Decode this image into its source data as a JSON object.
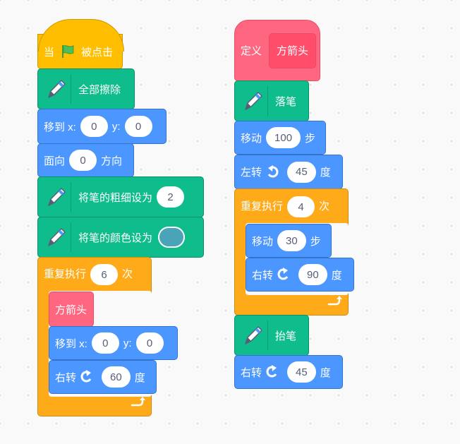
{
  "colors": {
    "motion": "#4c97ff",
    "pen": "#0fbd8c",
    "control": "#ffab19",
    "events": "#ffbf00",
    "custom": "#ff6680",
    "pen_color_value": "#4aa3b8"
  },
  "script1": {
    "when_flag": {
      "before": "当",
      "icon": "green-flag-icon",
      "after": "被点击"
    },
    "clear": "全部擦除",
    "goto1": {
      "label": "移到 x:",
      "x": "0",
      "ylabel": "y:",
      "y": "0"
    },
    "point": {
      "label": "面向",
      "value": "0",
      "suffix": "方向"
    },
    "pen_size": {
      "label": "将笔的粗细设为",
      "value": "2"
    },
    "pen_color": {
      "label": "将笔的颜色设为"
    },
    "repeat": {
      "label": "重复执行",
      "value": "6",
      "suffix": "次"
    },
    "call": "方箭头",
    "goto2": {
      "label": "移到 x:",
      "x": "0",
      "ylabel": "y:",
      "y": "0"
    },
    "turn": {
      "label": "右转",
      "icon": "rotate-right-icon",
      "value": "60",
      "suffix": "度"
    }
  },
  "script2": {
    "define": {
      "label": "定义",
      "name": "方箭头"
    },
    "pen_down": "落笔",
    "move1": {
      "label": "移动",
      "value": "100",
      "suffix": "步"
    },
    "left": {
      "label": "左转",
      "icon": "rotate-left-icon",
      "value": "45",
      "suffix": "度"
    },
    "repeat": {
      "label": "重复执行",
      "value": "4",
      "suffix": "次"
    },
    "move2": {
      "label": "移动",
      "value": "30",
      "suffix": "步"
    },
    "right1": {
      "label": "右转",
      "icon": "rotate-right-icon",
      "value": "90",
      "suffix": "度"
    },
    "pen_up": "抬笔",
    "right2": {
      "label": "右转",
      "icon": "rotate-right-icon",
      "value": "45",
      "suffix": "度"
    }
  }
}
